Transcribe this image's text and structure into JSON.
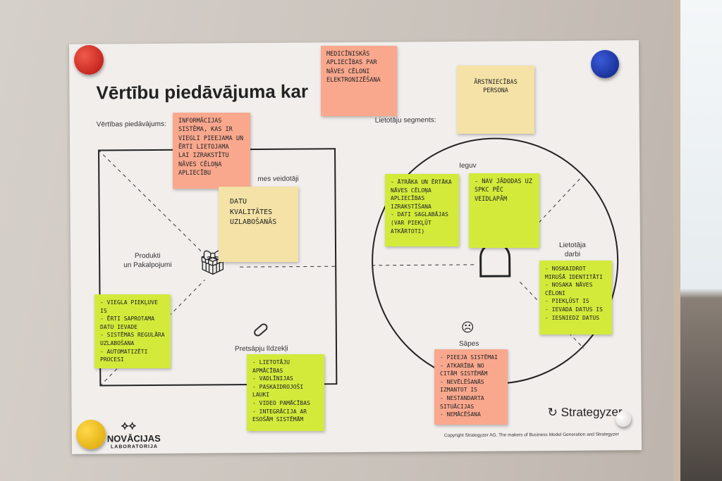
{
  "poster": {
    "title": "Vērtību piedāvājuma kar",
    "value_proposition_label": "Vērtības piedāvājums:",
    "customer_segment_label": "Lietotāju segments:",
    "products_label": "Produkti\nun Pakalpojumi",
    "pain_relievers_label": "Pretsāpju līdzekļi",
    "gain_creators_label": "mes veidotāji",
    "gains_label": "Ieguv",
    "jobs_label": "Lietotāja\ndarbi",
    "pains_label": "Sāpes",
    "brand_logo": "NOVĀCIJAS",
    "brand_sub": "LABORATORIJA",
    "strategyzer": "Strategyzer",
    "copyright": "Copyright Strategyzer AG. The makers of Business Model Generation and Strategyzer"
  },
  "notes": [
    {
      "text": "Medicīniskās apliecības par nāves cēloni elektronizēšana",
      "color": "#f9a88e"
    },
    {
      "text": "Ārstniecības persona",
      "color": "#f4e2a6"
    },
    {
      "text": "Informācijas sistēma, kas ir viegli pieejama un ērti lietojama\nlai izrakstītu nāves cēloņa apliecību",
      "color": "#f9a88e"
    },
    {
      "text": "Datu kvalitātes uzlabošanās",
      "color": "#f4e2a6"
    },
    {
      "text": "- Ātrāka un ērtāka nāves cēloņa apliecības izrakstīšana\n- Dati saglabājas (var piekļūt atkārtoti)",
      "color": "#d3ea3b"
    },
    {
      "text": "- Nav jādodas uz SPKC pēc veidlapām",
      "color": "#d3ea3b"
    },
    {
      "text": "- Noskaidrot mirušā identitāti\n- Nosaka nāves cēloni\n- Piekļūst IS\n- Ievada datus IS\n- Iesniedz datus",
      "color": "#d3ea3b"
    },
    {
      "text": "- Viegla piekļuve IS\n- Ērti saprotama datu ievade\n- Sistēmas regulāra uzlabošana\n- Automatizēti procesi",
      "color": "#d3ea3b"
    },
    {
      "text": "- Lietotāju apmācības\n- Vadlīnijas\n- Paskaidrojoši lauki\n- Video pamācības\n- Integrācija ar esošām sistēmām",
      "color": "#d3ea3b"
    },
    {
      "text": "- Pieeja sistēmai\n- Atkarība no citām sistēmām\n- Nevēlēšanās izmantot IS\n- Nestandarta situācijas\n- Nemācēšana",
      "color": "#f9a88e"
    }
  ]
}
